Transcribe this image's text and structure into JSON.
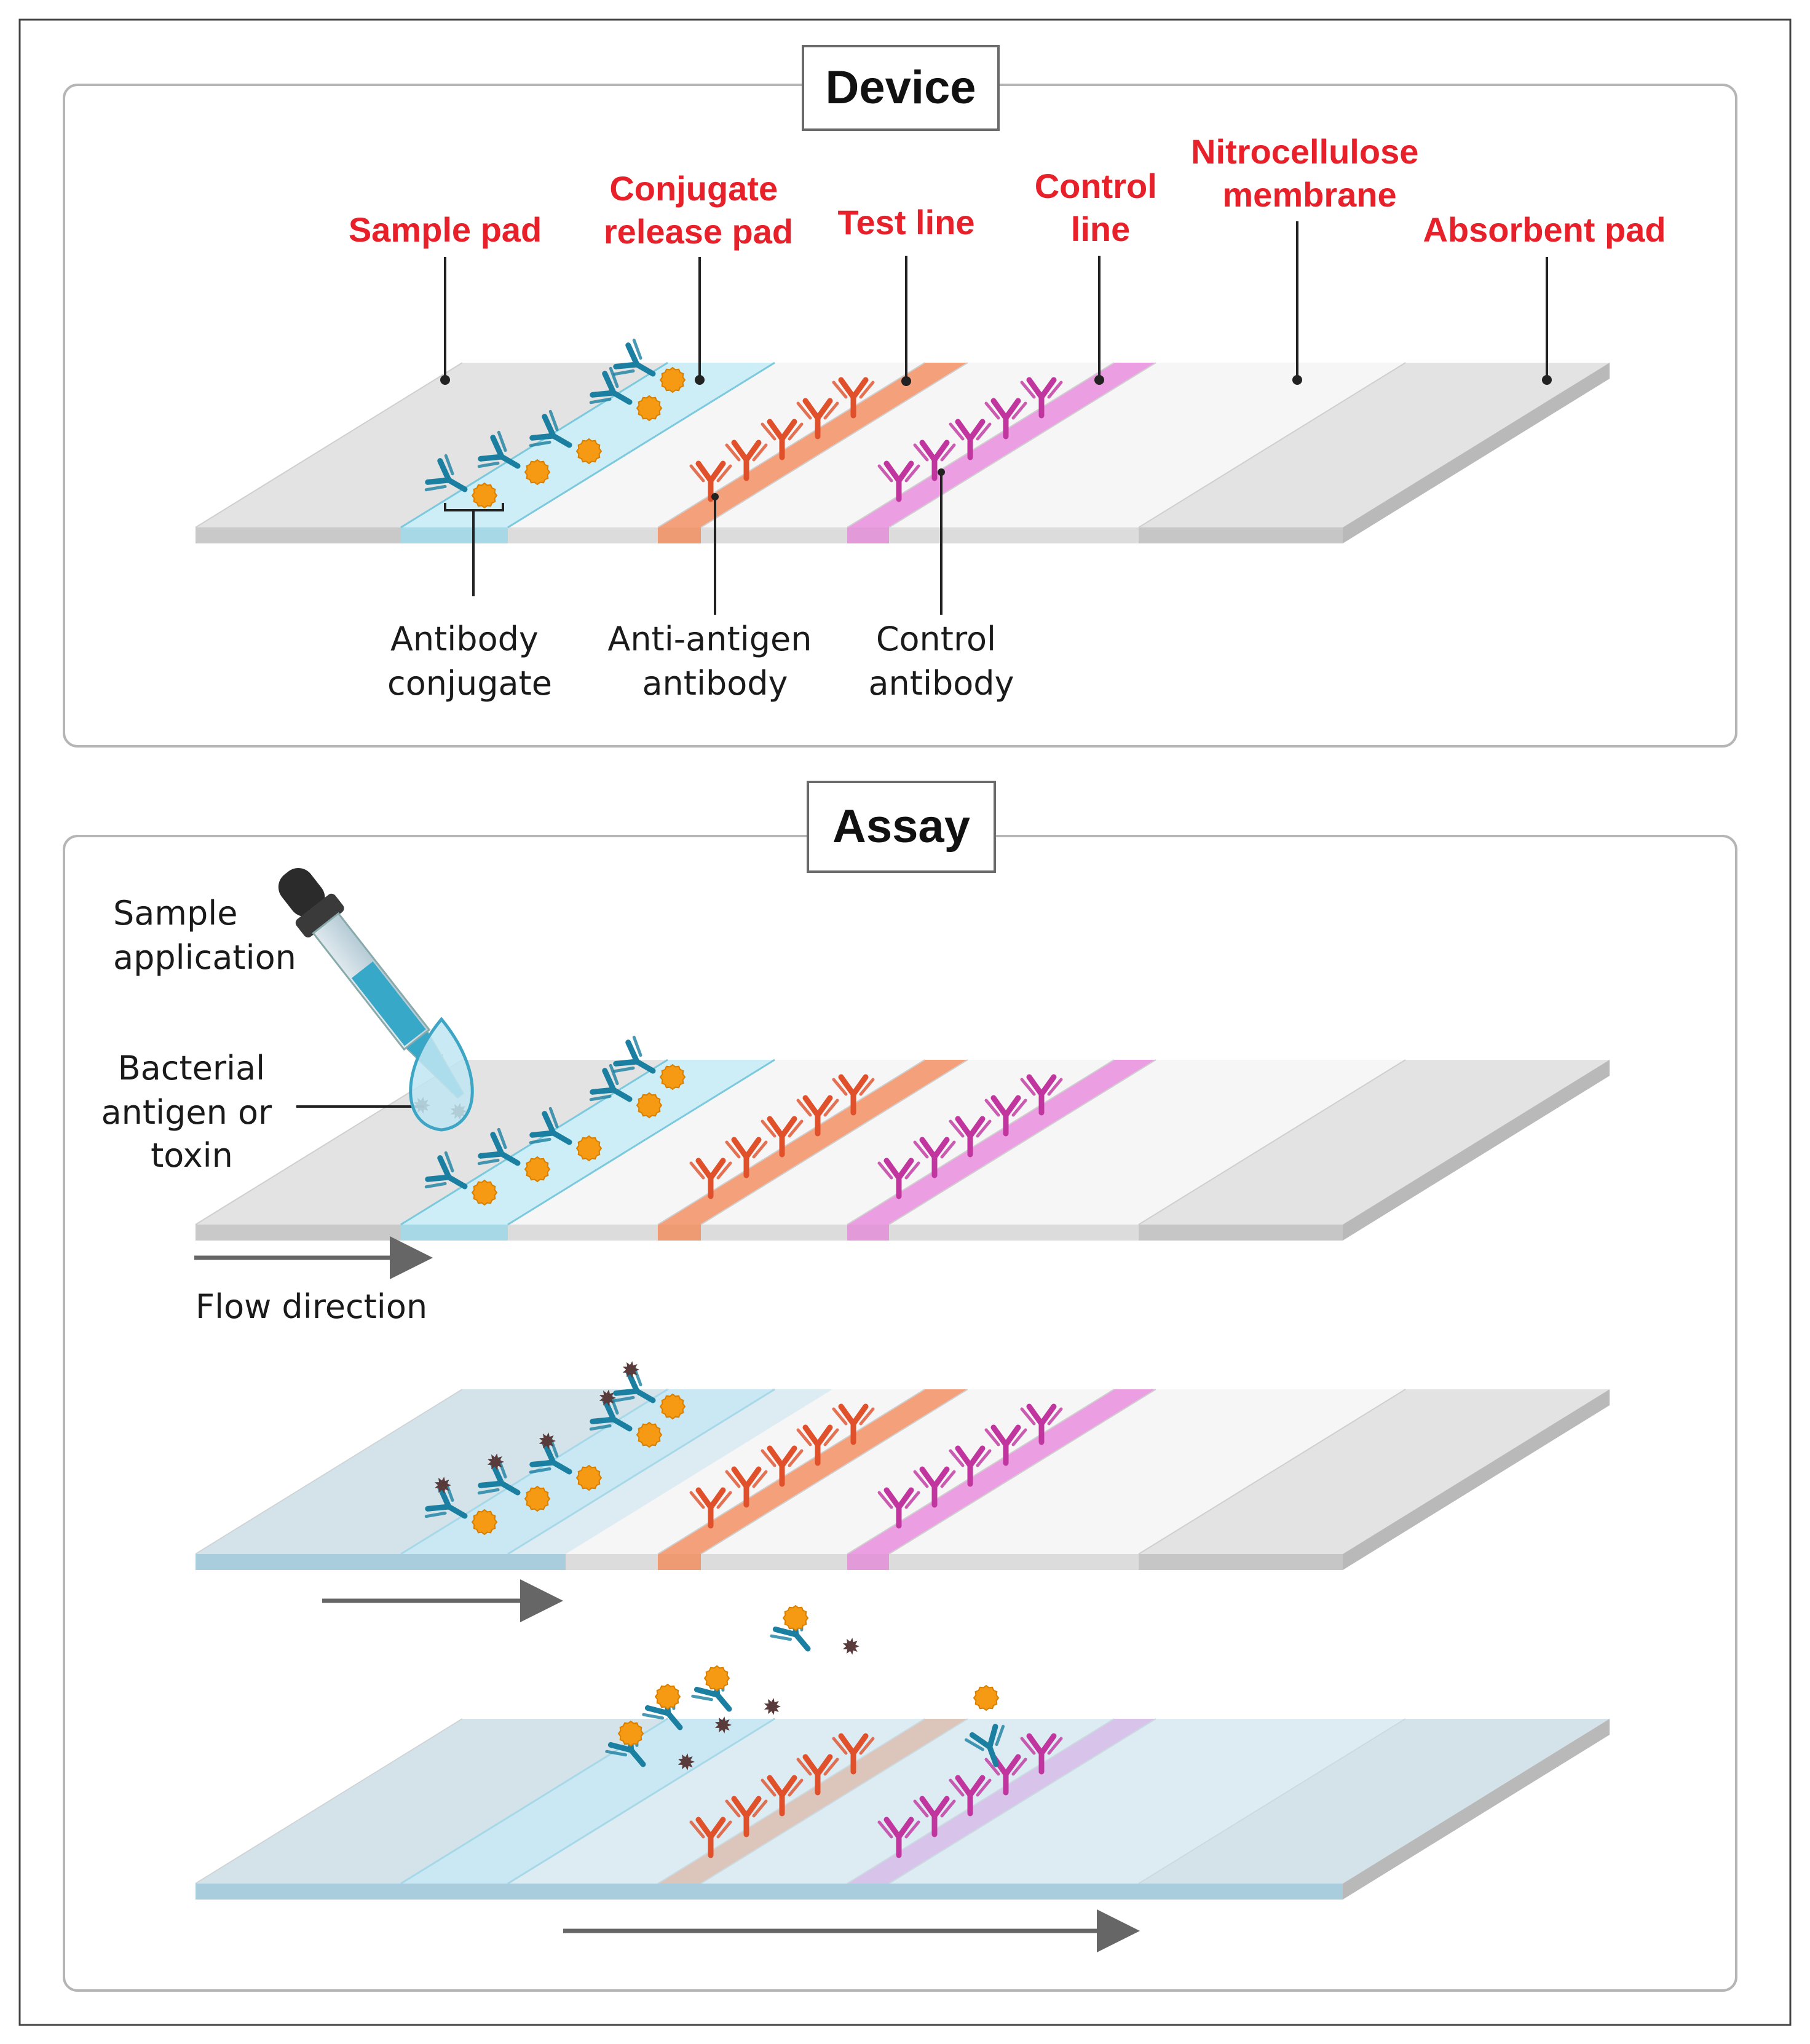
{
  "device": {
    "title": "Device",
    "components": [
      {
        "lines": [
          "Sample pad"
        ]
      },
      {
        "lines": [
          "Conjugate",
          "release pad"
        ]
      },
      {
        "lines": [
          "Test line"
        ]
      },
      {
        "lines": [
          "Control",
          "line"
        ]
      },
      {
        "lines": [
          "Nitrocellulose",
          "membrane"
        ]
      },
      {
        "lines": [
          "Absorbent pad"
        ]
      }
    ],
    "parts": [
      {
        "lines": [
          "Antibody",
          "conjugate"
        ]
      },
      {
        "lines": [
          "Anti-antigen",
          "antibody"
        ]
      },
      {
        "lines": [
          "Control",
          "antibody"
        ]
      }
    ]
  },
  "assay": {
    "title": "Assay",
    "sample_label": [
      "Sample",
      "application"
    ],
    "antigen_label": [
      "Bacterial",
      "antigen or",
      "toxin"
    ],
    "flow_label": "Flow direction"
  },
  "colors": {
    "label_red": "#e8202a",
    "pad_gray": "#e3e3e3",
    "membrane_white": "#f6f6f6",
    "conjugate_pad": "#cdeef6",
    "test_line": "#f4a07a",
    "control_line": "#ec9ee2",
    "antibody_conjugate": "#1a7fa0",
    "anti_antigen_antibody": "#e0502b",
    "control_antibody": "#c1359f",
    "gold_particle": "#f59a12",
    "antigen": "#5a3b3b",
    "sample_flow_tint": "#c8e4f1"
  },
  "icons": [
    "dropper-icon",
    "droplet-icon",
    "antibody-icon",
    "gold-nanoparticle-icon",
    "antigen-icon",
    "flow-arrow-icon"
  ]
}
